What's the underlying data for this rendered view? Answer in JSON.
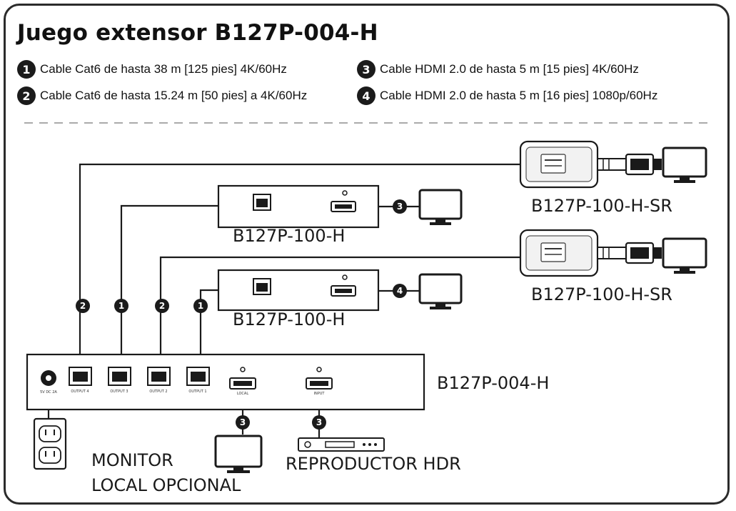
{
  "title": "Juego extensor B127P-004-H",
  "legend": [
    {
      "num": "1",
      "text": "Cable Cat6 de hasta 38 m [125 pies] 4K/60Hz"
    },
    {
      "num": "2",
      "text": "Cable Cat6 de hasta 15.24 m [50 pies] a 4K/60Hz"
    },
    {
      "num": "3",
      "text": "Cable HDMI 2.0 de hasta 5 m [15 pies] 4K/60Hz"
    },
    {
      "num": "4",
      "text": "Cable HDMI 2.0 de hasta 5 m [16 pies] 1080p/60Hz"
    }
  ],
  "devices": {
    "sr_top": "B127P-100-H-SR",
    "rx_top": "B127P-100-H",
    "sr_bottom": "B127P-100-H-SR",
    "rx_bottom": "B127P-100-H",
    "transmitter": "B127P-004-H"
  },
  "captions": {
    "monitor_line1": "MONITOR",
    "monitor_line2": "LOCAL OPCIONAL",
    "player": "REPRODUCTOR HDR"
  },
  "cable_markers": {
    "m_left_a": "2",
    "m_left_b": "1",
    "m_left_c": "2",
    "m_left_d": "1",
    "m_hdmi_top": "3",
    "m_hdmi_bottom": "4",
    "m_local": "3",
    "m_input": "3"
  },
  "port_labels": {
    "p4": "OUTPUT 4",
    "p3": "OUTPUT 3",
    "p2": "OUTPUT 2",
    "p1": "OUTPUT 1",
    "local": "LOCAL",
    "input": "INPUT",
    "power": "5V DC 2A"
  },
  "colors": {
    "line": "#1a1a1a",
    "badge": "#1b1b1b"
  }
}
